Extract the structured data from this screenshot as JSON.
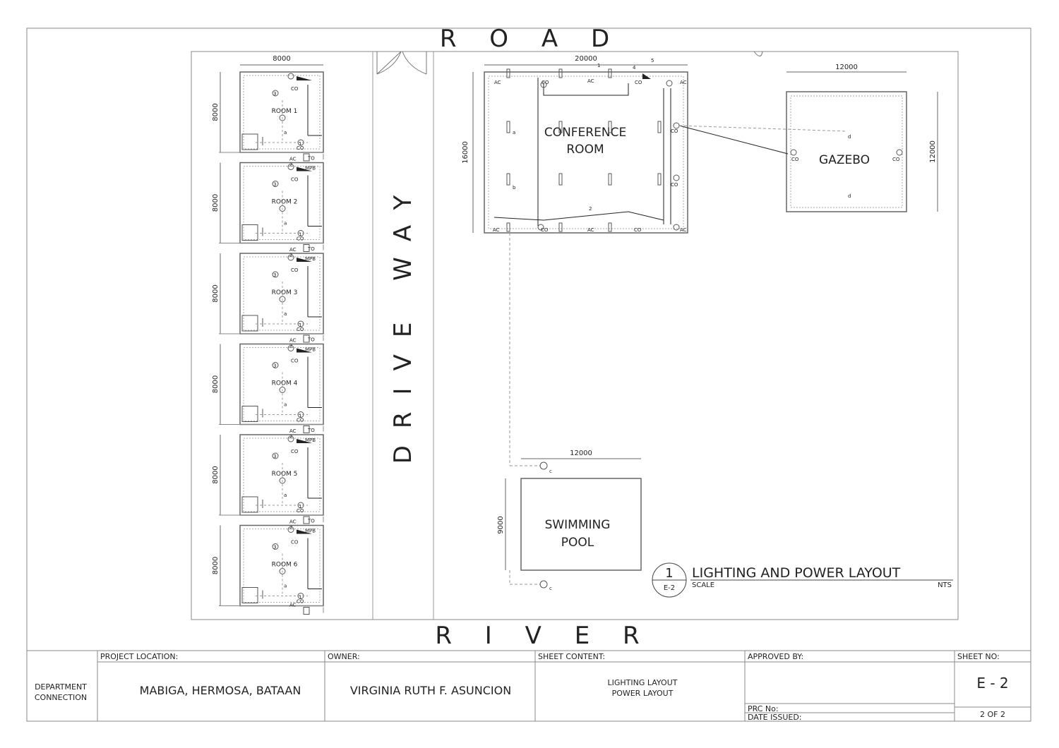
{
  "site": {
    "road_label": "R O A D",
    "river_label": "R I V E R",
    "driveway_label": "DRIVE WAY"
  },
  "rooms": [
    {
      "name": "ROOM 1",
      "width": "8000",
      "depth": "8000"
    },
    {
      "name": "ROOM 2",
      "depth": "8000"
    },
    {
      "name": "ROOM 3",
      "depth": "8000"
    },
    {
      "name": "ROOM 4",
      "depth": "8000"
    },
    {
      "name": "ROOM 5",
      "depth": "8000"
    },
    {
      "name": "ROOM 6",
      "depth": "8000"
    }
  ],
  "conference": {
    "name_line1": "CONFERENCE",
    "name_line2": "ROOM",
    "width": "20000",
    "depth": "16000"
  },
  "gazebo": {
    "name": "GAZEBO",
    "width": "12000",
    "depth": "12000"
  },
  "pool": {
    "name_line1": "SWIMMING",
    "name_line2": "POOL",
    "width": "12000",
    "depth": "9000"
  },
  "symbols": {
    "outlet": "CO",
    "aircon": "AC",
    "panel": "MPB",
    "telephone": "TO",
    "switch_a": "a",
    "switch_b": "b",
    "switch_c": "c",
    "switch_d": "d",
    "circuit_1": "1",
    "circuit_2": "2",
    "circuit_3": "3",
    "circuit_4": "4",
    "circuit_5": "5"
  },
  "drawing_title": {
    "number": "1",
    "sheet_ref": "E-2",
    "title": "LIGHTING AND POWER LAYOUT",
    "scale_label": "SCALE",
    "scale_value": "NTS"
  },
  "title_block": {
    "department_line1": "DEPARTMENT",
    "department_line2": "CONNECTION",
    "project_location_label": "PROJECT LOCATION:",
    "project_location": "MABIGA, HERMOSA, BATAAN",
    "owner_label": "OWNER:",
    "owner": "VIRGINIA RUTH F. ASUNCION",
    "sheet_content_label": "SHEET CONTENT:",
    "sheet_content_line1": "LIGHTING LAYOUT",
    "sheet_content_line2": "POWER LAYOUT",
    "approved_by_label": "APPROVED BY:",
    "prc_label": "PRC No:",
    "date_label": "DATE ISSUED:",
    "sheet_no_label": "SHEET NO:",
    "sheet_no": "E - 2",
    "sheet_count": "2 OF 2"
  }
}
